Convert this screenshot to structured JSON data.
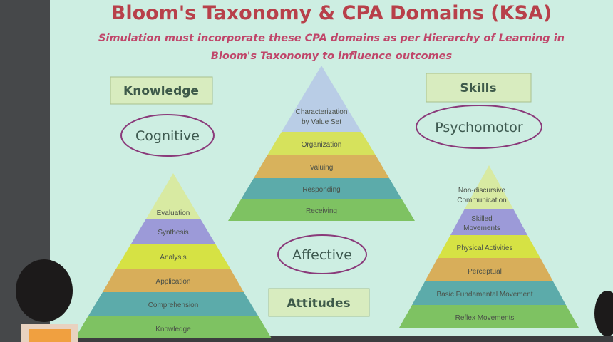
{
  "slide": {
    "title": "Bloom's Taxonomy & CPA Domains (KSA)",
    "subtitle_line1": "Simulation must incorporate these CPA domains as per Hierarchy of Learning in",
    "subtitle_line2": "Bloom's Taxonomy to influence outcomes",
    "boxes": {
      "knowledge": "Knowledge",
      "skills": "Skills",
      "attitudes": "Attitudes"
    },
    "domains": {
      "cognitive": "Cognitive",
      "psychomotor": "Psychomotor",
      "affective": "Affective"
    },
    "affective_pyramid": [
      "Characterization",
      "by Value Set",
      "Organization",
      "Valuing",
      "Responding",
      "Receiving"
    ],
    "cognitive_pyramid": [
      "Evaluation",
      "Synthesis",
      "Analysis",
      "Application",
      "Comprehension",
      "Knowledge"
    ],
    "psychomotor_pyramid": [
      "Non-discursive",
      "Communication",
      "Skilled",
      "Movements",
      "Physical Activities",
      "Perceptual",
      "Basic Fundamental Movement",
      "Reflex Movements"
    ]
  },
  "colors": {
    "title": "#b8404a",
    "background": "#cdeee2",
    "ellipse": "#8a3a7a"
  }
}
